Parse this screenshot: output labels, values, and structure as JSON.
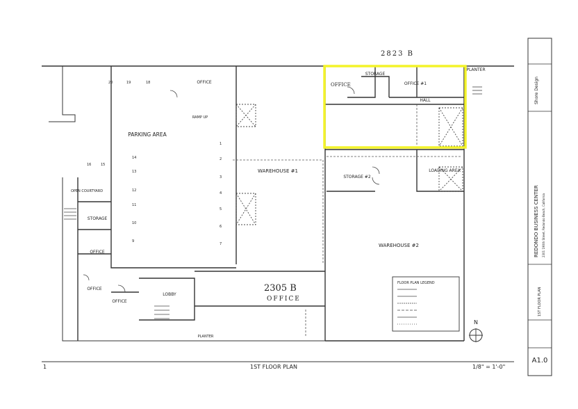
{
  "sheet": {
    "address_top": "2823 B",
    "handwritten_office_label": "OFFICE",
    "handwritten_suite": "2305 B",
    "handwritten_office": "OFFICE",
    "drawing_title": "1ST FLOOR PLAN",
    "drawing_number": "1",
    "scale": "1/8\" = 1'-0\"",
    "sheet_number": "A1.0",
    "north_label": "N",
    "highlight_color": "#f3f32a"
  },
  "rooms": {
    "parking": "PARKING AREA",
    "warehouse1": "WAREHOUSE #1",
    "warehouse2": "WAREHOUSE #2",
    "storage_top": "STORAGE",
    "office_top": "OFFICE",
    "office_right": "OFFICE #1",
    "hall": "HALL",
    "storage2": "STORAGE #2",
    "loading_area": "LOADING AREA",
    "open_courtyard": "OPEN COURTYARD",
    "storage_left": "STORAGE",
    "office_left1": "OFFICE",
    "office_left2": "OFFICE",
    "office_left3": "OFFICE",
    "lobby": "LOBBY",
    "office_parking": "OFFICE",
    "ramp_up": "RAMP UP",
    "planter_top": "PLANTER",
    "planter_bottom": "PLANTER"
  },
  "legend": {
    "title": "FLOOR PLAN LEGEND"
  },
  "title_block": {
    "company": "Shore Design",
    "project": "REDONDO BUSINESS CENTER",
    "address": "2301 190th Street, Redondo Beach, California",
    "sheet_title": "1ST FLOOR PLAN"
  }
}
